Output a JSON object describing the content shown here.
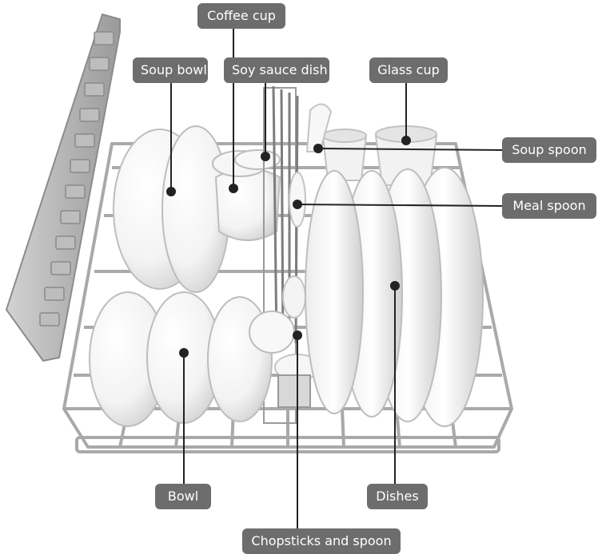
{
  "labels": {
    "coffee_cup": "Coffee cup",
    "soup_bowl": "Soup bowl",
    "soy_sauce_dish": "Soy sauce dish",
    "glass_cup": "Glass cup",
    "soup_spoon": "Soup spoon",
    "meal_spoon": "Meal spoon",
    "bowl": "Bowl",
    "dishes": "Dishes",
    "chopsticks_and_spoon": "Chopsticks and  spoon"
  },
  "colors": {
    "label_bg": "#6d6d6d",
    "label_text": "#ffffff",
    "leader_line": "#222222",
    "rack": "#a9a9a9",
    "dishware": "#ffffff"
  }
}
